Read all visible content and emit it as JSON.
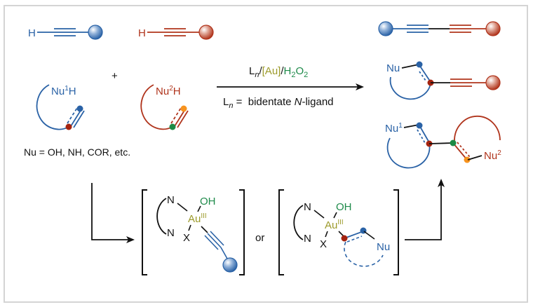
{
  "colors": {
    "blue": "#2a62a6",
    "red": "#b0341c",
    "gold": "#9c9a2a",
    "green": "#1e8a4a",
    "orange": "#f7931e",
    "dark_red_dot": "#a4230f",
    "green_dot": "#1c8a45",
    "black": "#111111",
    "frame": "#d4d4d4"
  },
  "reactants": {
    "alkyne1_h": "H",
    "alkyne2_h": "H",
    "plus": "+",
    "substrate1": {
      "nu": "Nu",
      "sup": "1",
      "h": "H"
    },
    "substrate2": {
      "nu": "Nu",
      "sup": "2",
      "h": "H"
    },
    "nu_definition": "Nu = OH, NH, COR, etc."
  },
  "conditions": {
    "above": {
      "l": "L",
      "n": "n",
      "slash1": "/",
      "au": "[Au]",
      "slash2": "/",
      "h": "H",
      "two1": "2",
      "o": "O",
      "two2": "2"
    },
    "below": {
      "l": "L",
      "n": "n",
      "eq": " =  bidentate ",
      "N": "N",
      "rest": "-ligand"
    }
  },
  "products": {
    "p2": {
      "nu": "Nu"
    },
    "p3": {
      "nu1": "Nu",
      "sup1": "1",
      "nu2": "Nu",
      "sup2": "2"
    }
  },
  "intermediates": {
    "i1": {
      "n_top": "N",
      "n_bot": "N",
      "oh": "OH",
      "au": "Au",
      "ox": "III",
      "x": "X"
    },
    "or": "or",
    "i2": {
      "n_top": "N",
      "n_bot": "N",
      "oh": "OH",
      "au": "Au",
      "ox": "III",
      "x": "X",
      "nu": "Nu"
    }
  }
}
